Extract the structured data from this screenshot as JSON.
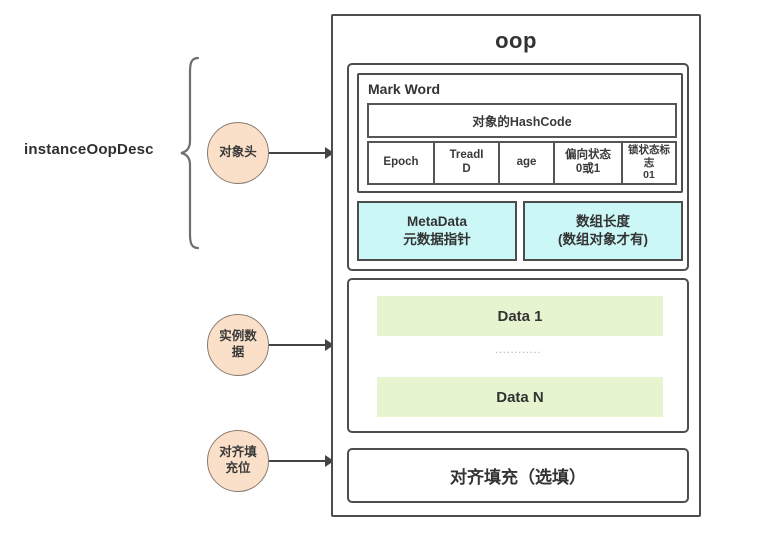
{
  "diagram": {
    "title": "oop",
    "side_label": "instanceOopDesc",
    "brace_icon": "curly-brace-left"
  },
  "object_header": {
    "circle_label": "对象头",
    "mark_word": {
      "label": "Mark Word",
      "hashcode_row": "对象的HashCode",
      "flag_cells": [
        {
          "name": "epoch",
          "label": "Epoch"
        },
        {
          "name": "thread-id",
          "label": "TreadI\nD"
        },
        {
          "name": "age",
          "label": "age"
        },
        {
          "name": "bias-state",
          "label": "偏向状态\n0或1"
        },
        {
          "name": "lock-state-flag",
          "label": "锁状态标\n志\n01"
        }
      ]
    },
    "meta_cells": [
      {
        "name": "metadata-pointer",
        "line1": "MetaData",
        "line2": "元数据指针"
      },
      {
        "name": "array-length",
        "line1": "数组长度",
        "line2": "(数组对象才有)"
      }
    ]
  },
  "instance_data": {
    "circle_label": "实例数\n据",
    "bars": [
      {
        "name": "data-1",
        "label": "Data 1"
      },
      {
        "name": "data-n",
        "label": "Data N"
      }
    ],
    "ellipsis": "............"
  },
  "padding": {
    "circle_label": "对齐填\n充位",
    "box_label": "对齐填充（选填）"
  },
  "colors": {
    "circle_fill": "#fae0c8",
    "meta_fill": "#ccf7f7",
    "data_fill": "#e6f5d0",
    "stroke": "#4d4d4d",
    "text": "#333333"
  }
}
